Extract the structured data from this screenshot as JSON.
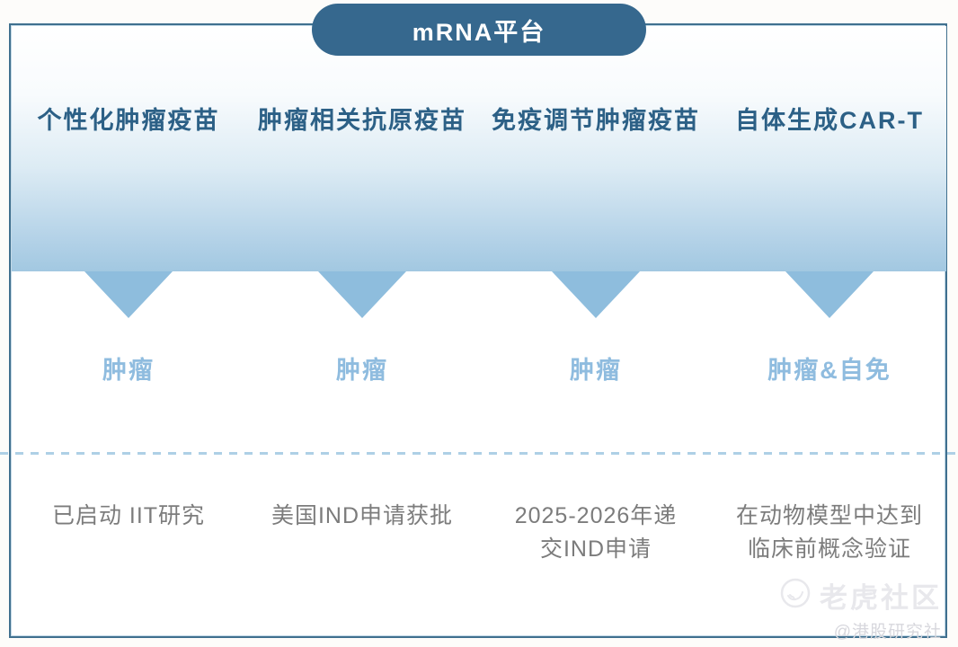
{
  "platform": {
    "title": "mRNA平台"
  },
  "columns": [
    {
      "name": "个性化肿瘤疫苗",
      "indication": "肿瘤",
      "status_line1": "已启动 IIT研究",
      "status_line2": ""
    },
    {
      "name": "肿瘤相关抗原疫苗",
      "indication": "肿瘤",
      "status_line1": "美国IND申请获批",
      "status_line2": ""
    },
    {
      "name": "免疫调节肿瘤疫苗",
      "indication": "肿瘤",
      "status_line1": "2025-2026年递",
      "status_line2": "交IND申请"
    },
    {
      "name": "自体生成CAR-T",
      "indication": "肿瘤&自免",
      "status_line1": "在动物模型中达到",
      "status_line2": "临床前概念验证"
    }
  ],
  "watermark": {
    "brand": "老虎社区",
    "handle": "@港股研究社"
  },
  "colors": {
    "pill_background": "#36688e",
    "header_text": "#2c6086",
    "band_bottom": "#a2c8e1",
    "pointer": "#8ebddd",
    "indication_text": "#8fbcdf",
    "divider": "#aed0e6",
    "status_text": "#7c7c7c",
    "frame_border": "#40708f"
  }
}
